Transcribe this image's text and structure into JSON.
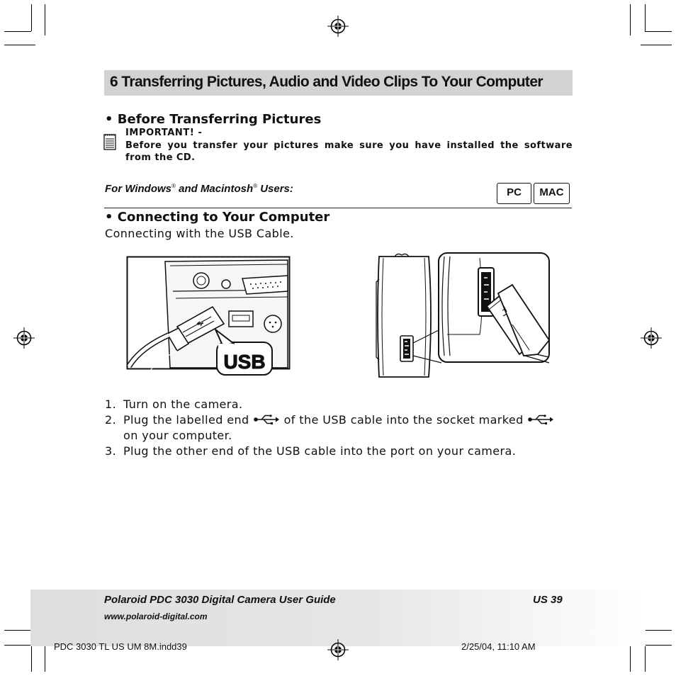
{
  "chapter": {
    "title": "6 Transferring Pictures, Audio and Video Clips To Your Computer"
  },
  "before_section": {
    "heading": "• Before Transferring Pictures",
    "icon": "note-icon",
    "important_label": "IMPORTANT! -",
    "important_text": "Before you transfer your pictures make sure you have installed the software from the CD."
  },
  "platforms": {
    "prefix": "For Windows",
    "registered": "®",
    "middle": " and Macintosh",
    "suffix": " Users:",
    "badges": [
      "PC",
      "MAC"
    ]
  },
  "connect_section": {
    "heading": "• Connecting to Your Computer",
    "intro": "Connecting with the USB Cable.",
    "figure_left_label": "USB"
  },
  "steps": [
    {
      "num": "1.",
      "text": "Turn on the camera."
    },
    {
      "num": "2.",
      "text_a": "Plug the labelled end",
      "text_b": "of the USB cable into the socket marked",
      "text_c": "on your computer.",
      "icon": "usb-symbol-icon"
    },
    {
      "num": "3.",
      "text": "Plug the other end of the USB cable into the port on your camera."
    }
  ],
  "footer": {
    "title": "Polaroid PDC 3030 Digital Camera User Guide",
    "page": "US 39",
    "url": "www.polaroid-digital.com"
  },
  "slug": {
    "file": "PDC 3030 TL US UM 8M.indd",
    "page": "39",
    "timestamp": "2/25/04, 11:10 AM"
  }
}
